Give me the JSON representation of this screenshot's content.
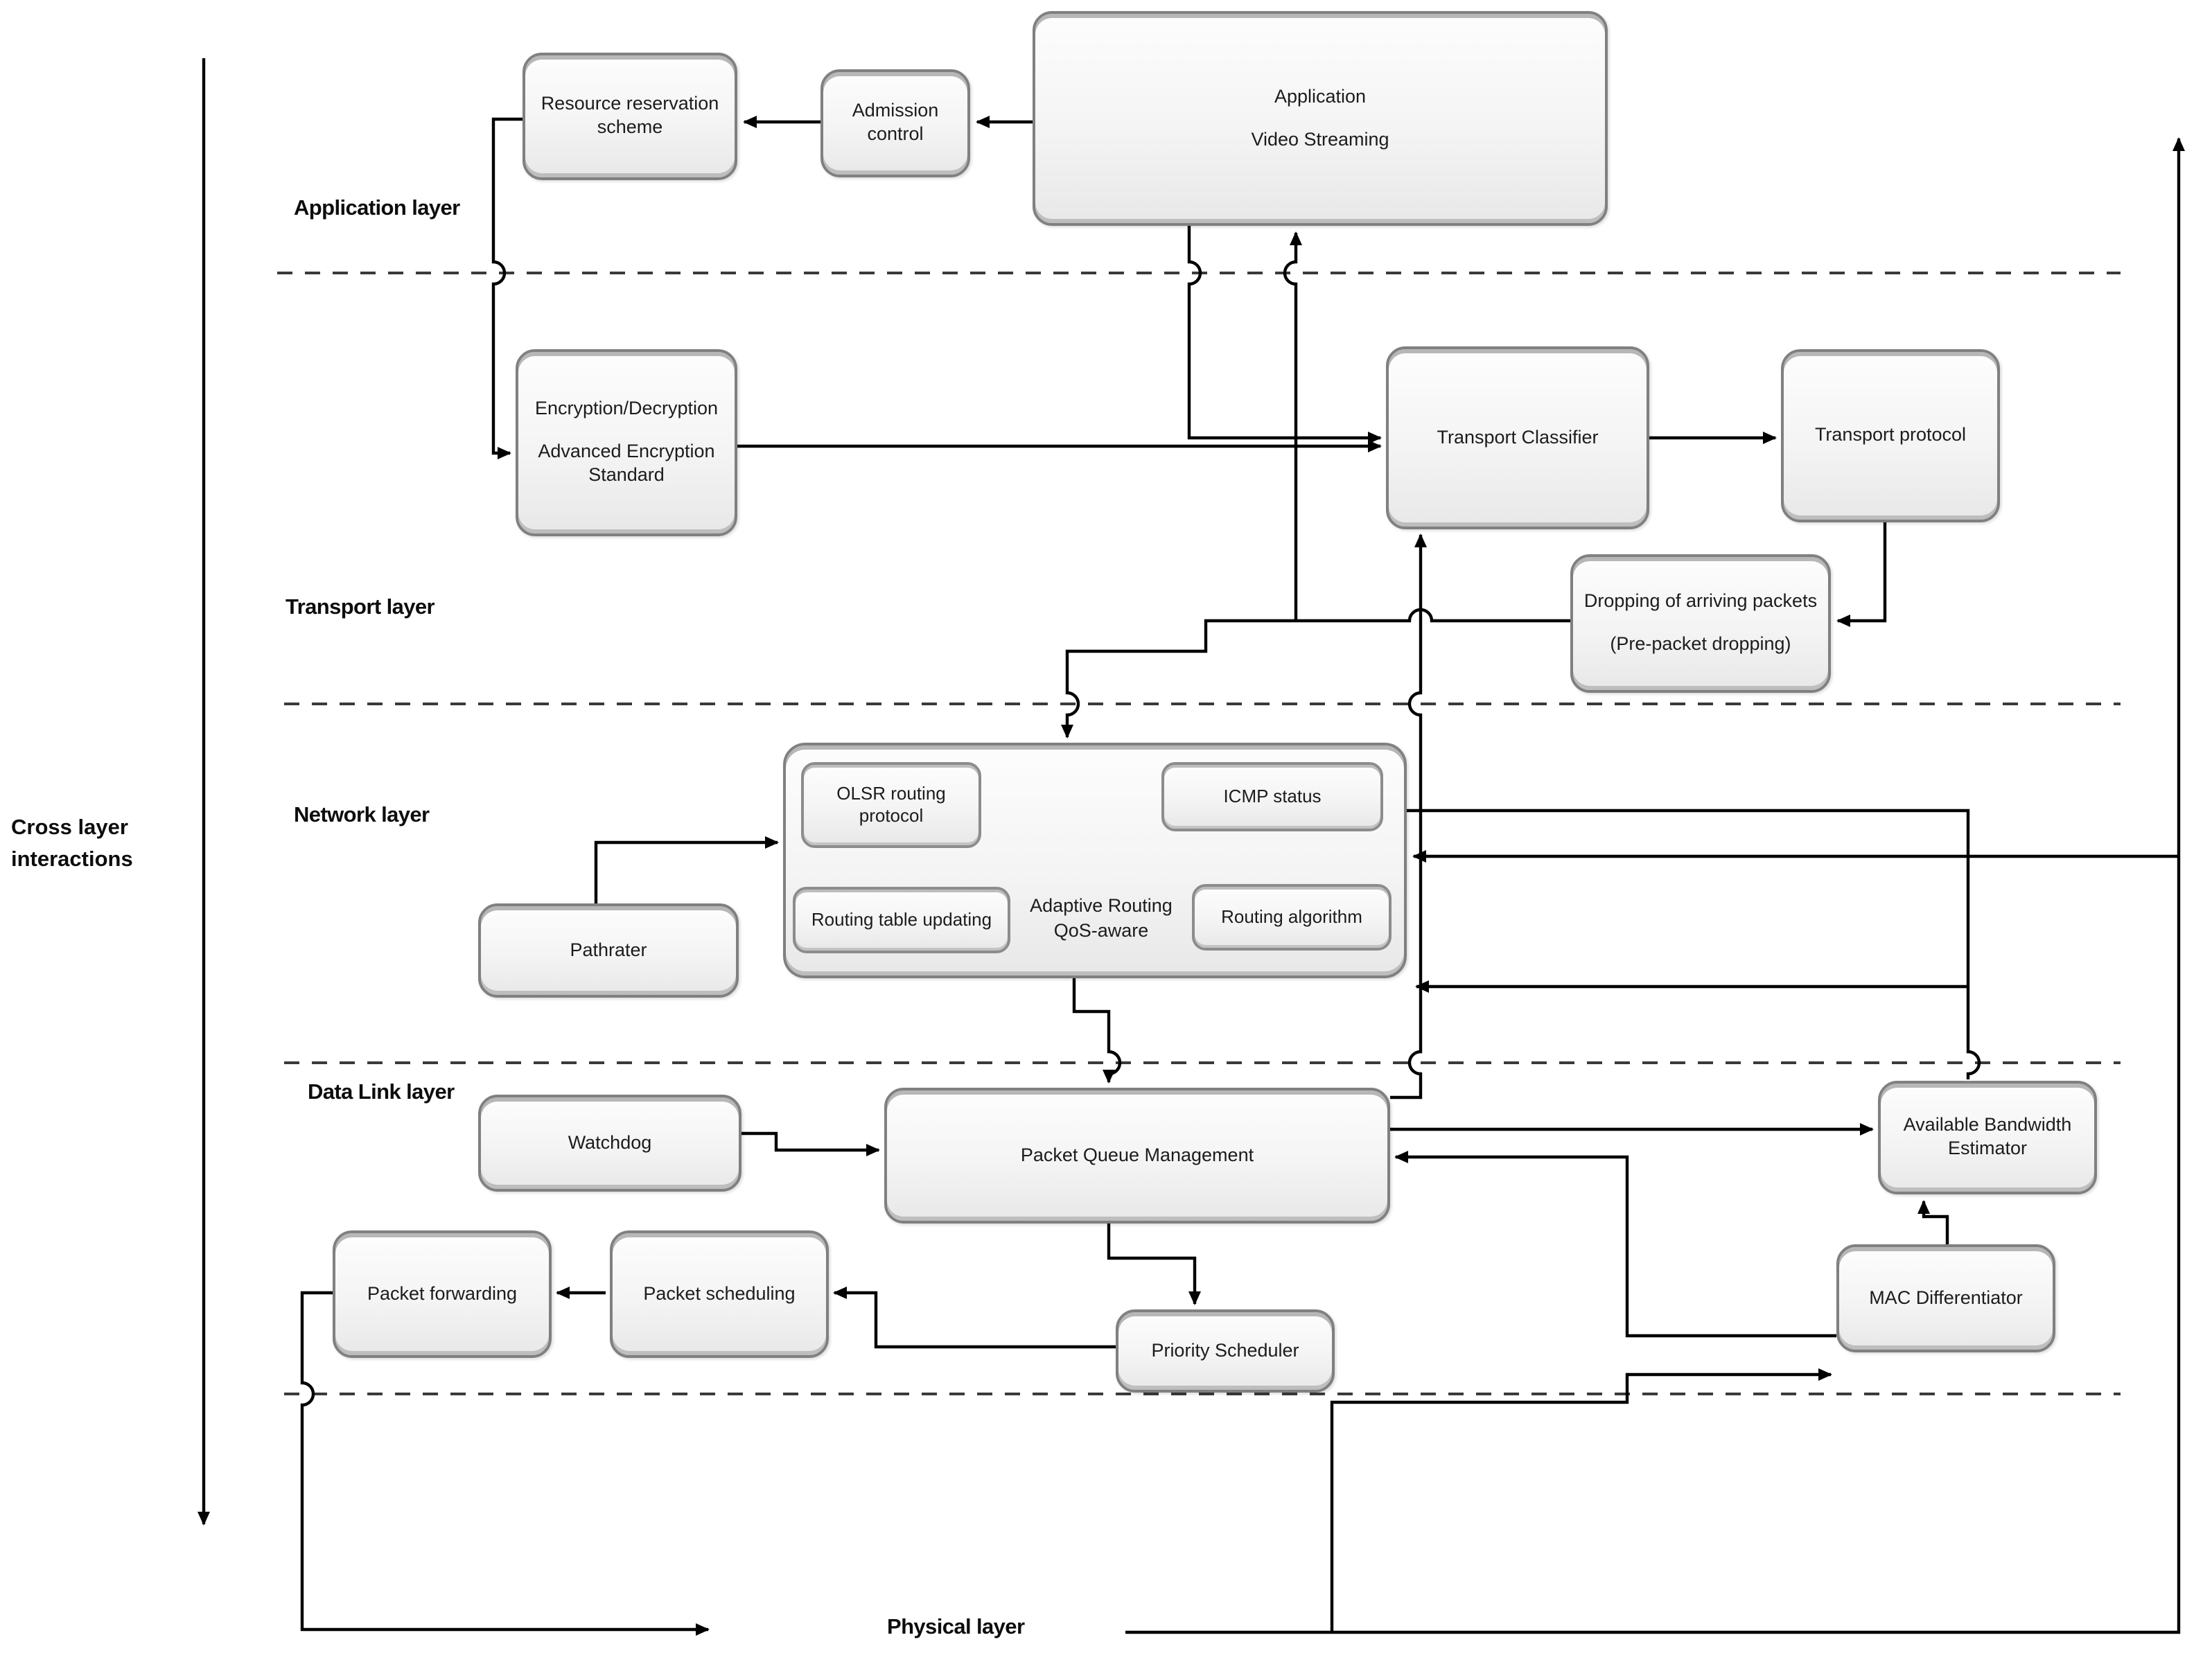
{
  "layers": {
    "application": "Application layer",
    "transport": "Transport layer",
    "network": "Network layer",
    "datalink": "Data Link layer",
    "physical": "Physical layer"
  },
  "side_label": {
    "line1": "Cross layer",
    "line2": "interactions"
  },
  "boxes": {
    "resource_reservation": {
      "label": "Resource reservation scheme"
    },
    "admission_control": {
      "label": "Admission control"
    },
    "application": {
      "line1": "Application",
      "line2": "Video Streaming"
    },
    "encryption": {
      "line1": "Encryption/Decryption",
      "line2": "Advanced Encryption Standard"
    },
    "transport_classifier": {
      "label": "Transport Classifier"
    },
    "transport_protocol": {
      "label": "Transport protocol"
    },
    "dropping": {
      "line1": "Dropping of arriving packets",
      "line2": "(Pre-packet dropping)"
    },
    "olsr": {
      "label": "OLSR routing protocol"
    },
    "icmp": {
      "label": "ICMP status"
    },
    "routing_table": {
      "label": "Routing table updating"
    },
    "adaptive": {
      "line1": "Adaptive Routing",
      "line2": "QoS-aware"
    },
    "routing_algorithm": {
      "label": "Routing algorithm"
    },
    "pathrater": {
      "label": "Pathrater"
    },
    "watchdog": {
      "label": "Watchdog"
    },
    "packet_queue_management": {
      "label": "Packet Queue Management"
    },
    "available_bandwidth_estimator": {
      "label": "Available Bandwidth Estimator"
    },
    "packet_forwarding": {
      "label": "Packet forwarding"
    },
    "packet_scheduling": {
      "label": "Packet scheduling"
    },
    "priority_scheduler": {
      "label": "Priority Scheduler"
    },
    "mac_differentiator": {
      "label": "MAC Differentiator"
    }
  },
  "colors": {
    "connector": "#000000",
    "dashed_separator": "#3a3a3a",
    "box_border": "#808080",
    "box_fill_top": "#fdfdfd",
    "box_fill_bottom": "#e8e8e8",
    "text": "#1c1c1c"
  }
}
